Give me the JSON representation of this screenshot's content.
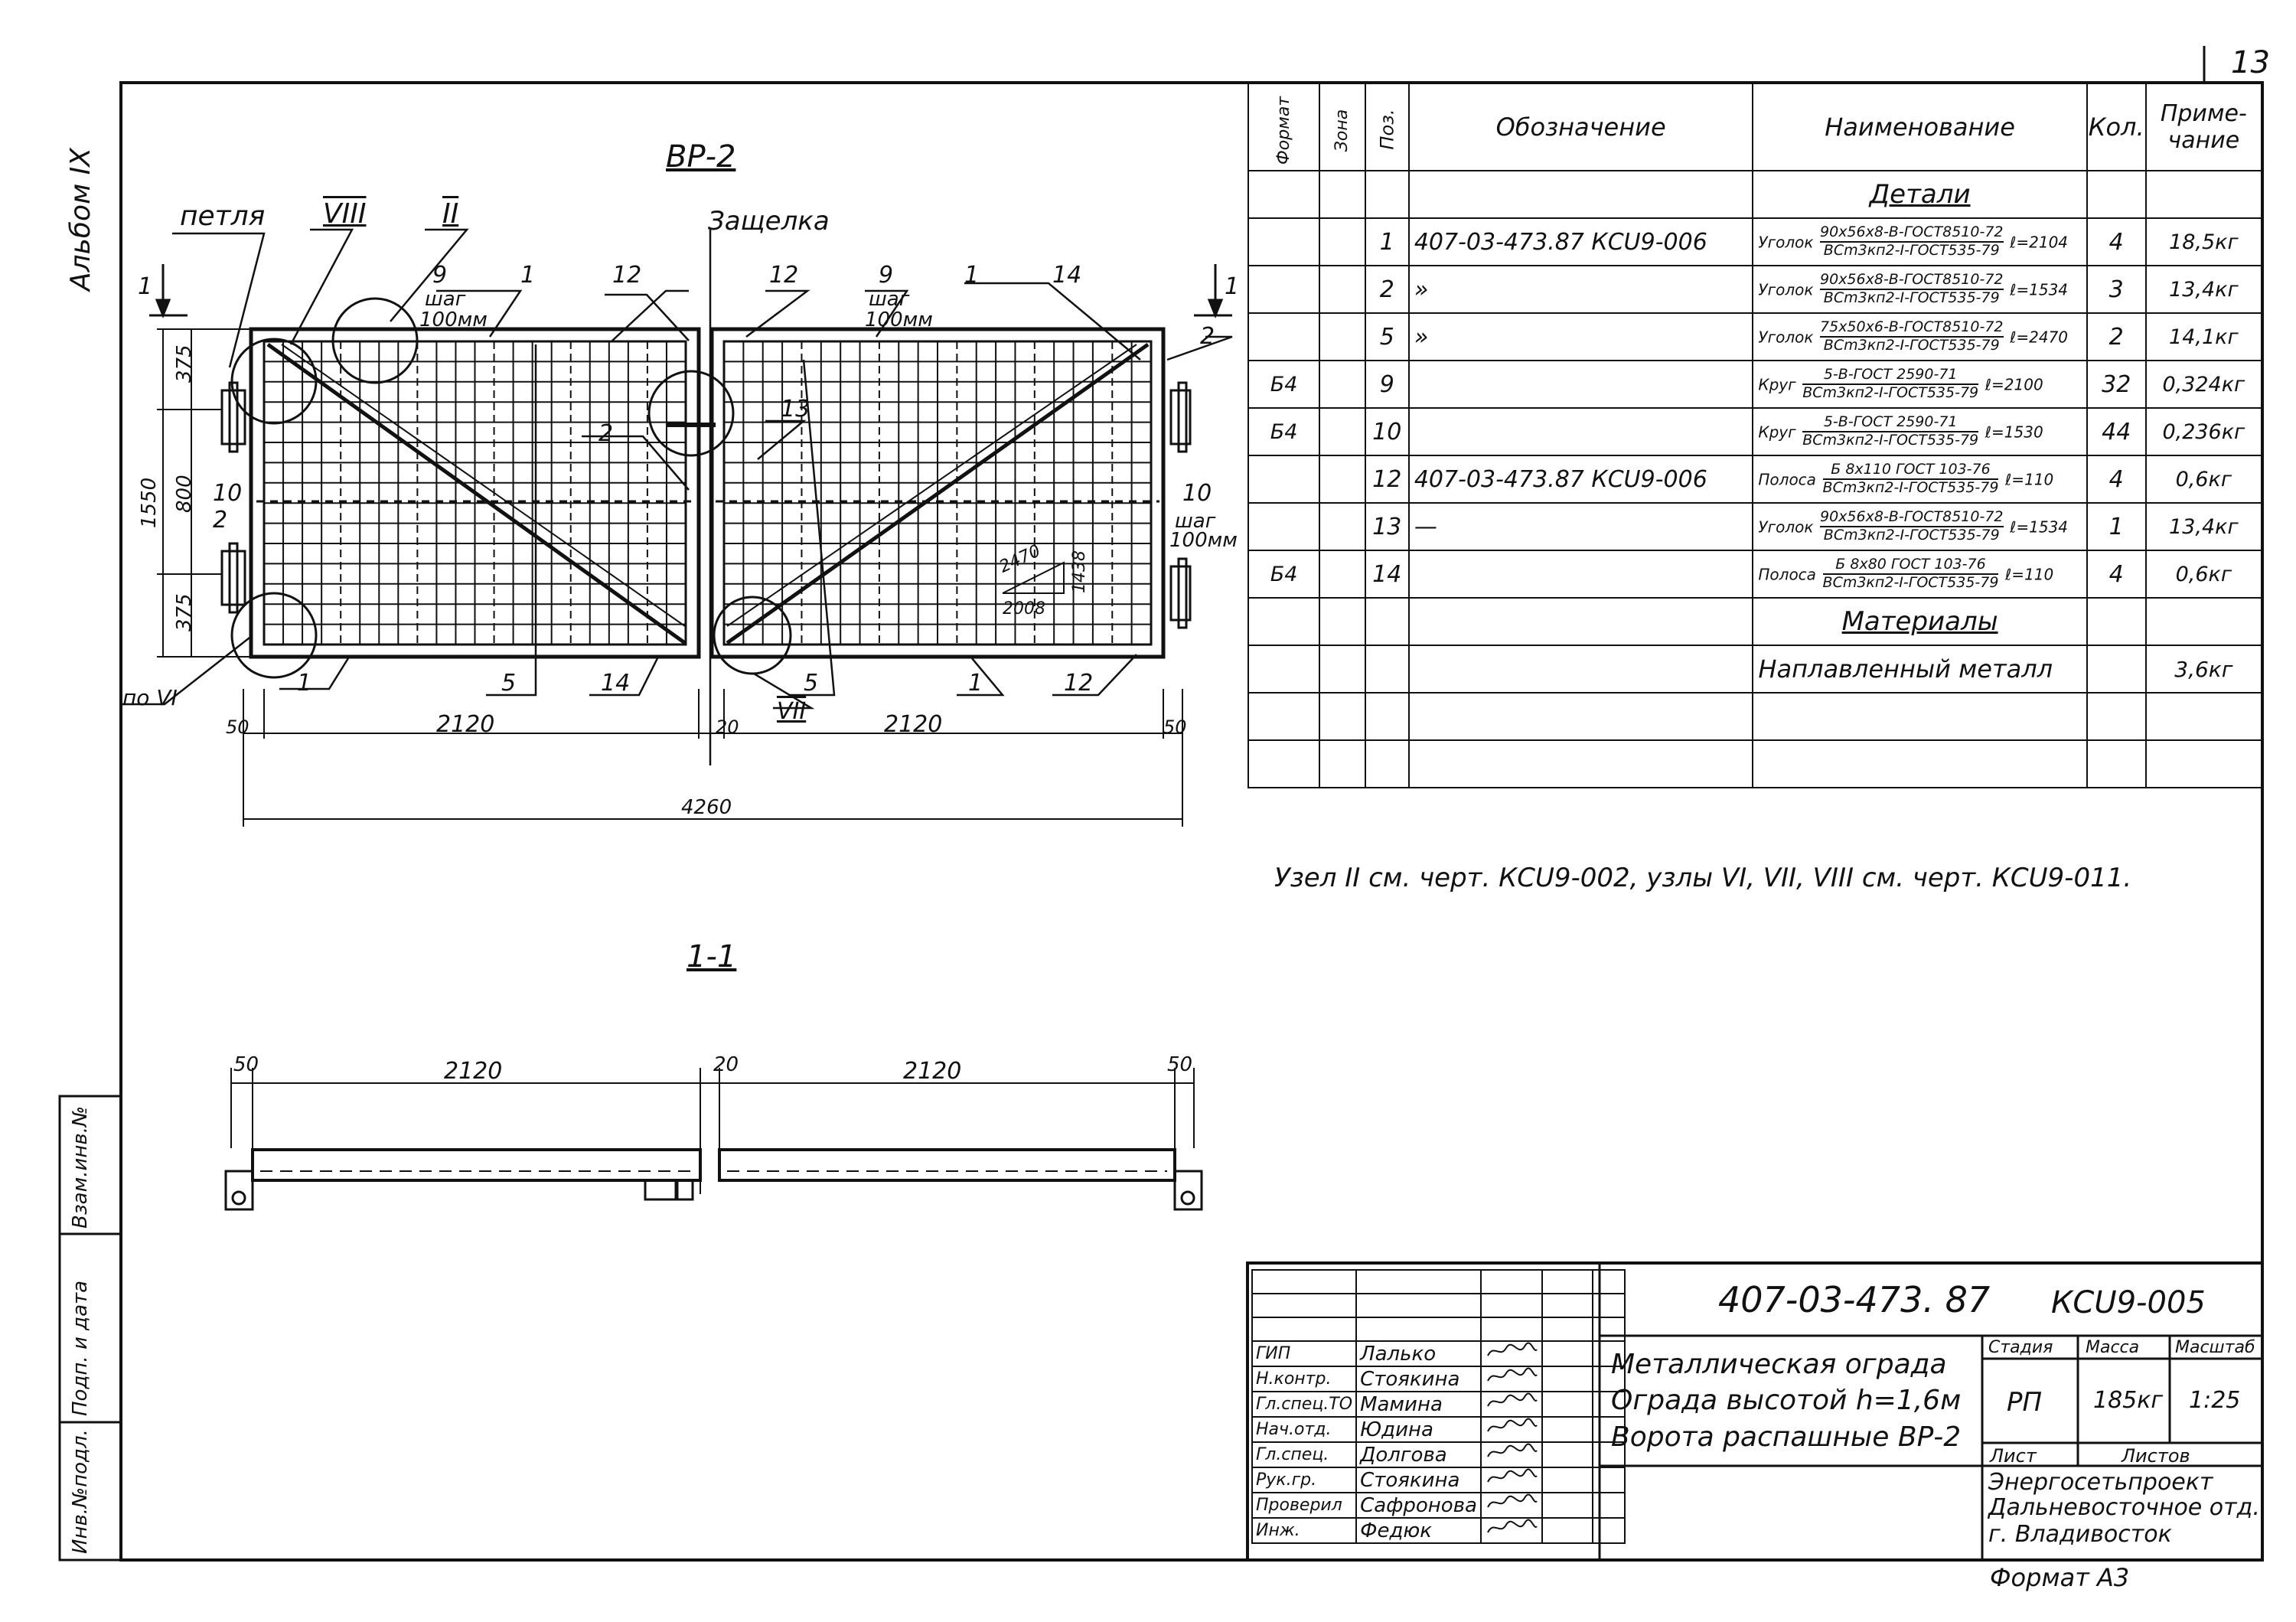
{
  "sheet": {
    "number": "13",
    "album": "Альбом IX",
    "format": "Формат A3"
  },
  "left_strip": [
    "Инв.№подл.",
    "Подп. и дата",
    "Взам.инв.№"
  ],
  "plan": {
    "title": "ВР-2",
    "labels": {
      "loop": "петля",
      "latch": "Защелка",
      "node_viii": "VIII",
      "node_ii": "II",
      "node_vii": "VII",
      "node_vi": "по VI",
      "step": "шаг",
      "step_val": "100мм",
      "section_mark": "1"
    },
    "positions": [
      "1",
      "2",
      "5",
      "9",
      "10",
      "12",
      "13",
      "14"
    ],
    "dims": {
      "left_top": "375",
      "left_mid": "800",
      "left_bot": "375",
      "left_total": "1550",
      "w50": "50",
      "w2120": "2120",
      "w20": "20",
      "total": "4260",
      "diag": "2470",
      "diag_w": "2008",
      "diag_h": "1438"
    }
  },
  "section": {
    "title": "1-1",
    "dims": [
      "50",
      "2120",
      "20",
      "2120",
      "50"
    ]
  },
  "note": "Узел II см. черт. КСU9-002, узлы VI, VII, VIII см. черт. КСU9-011.",
  "spec": {
    "headers": {
      "format": "Формат",
      "zone": "Зона",
      "pos": "Поз.",
      "designation": "Обозначение",
      "name": "Наименование",
      "qty": "Кол.",
      "note": "Приме-чание"
    },
    "section_details": "Детали",
    "section_materials": "Материалы",
    "rows": [
      {
        "format": "",
        "pos": "1",
        "designation": "407-03-473.87 КСU9-006",
        "type": "Уголок",
        "top": "90x56x8-В-ГОСТ8510-72",
        "bot": "ВСm3кп2-I-ГОСТ535-79",
        "len": "ℓ=2104",
        "qty": "4",
        "note": "18,5кг"
      },
      {
        "format": "",
        "pos": "2",
        "designation": "»",
        "type": "Уголок",
        "top": "90x56x8-В-ГОСТ8510-72",
        "bot": "ВСm3кп2-I-ГОСТ535-79",
        "len": "ℓ=1534",
        "qty": "3",
        "note": "13,4кг"
      },
      {
        "format": "",
        "pos": "5",
        "designation": "»",
        "type": "Уголок",
        "top": "75x50x6-В-ГОСТ8510-72",
        "bot": "ВСm3кп2-I-ГОСТ535-79",
        "len": "ℓ=2470",
        "qty": "2",
        "note": "14,1кг"
      },
      {
        "format": "Б4",
        "pos": "9",
        "designation": "",
        "type": "Круг",
        "top": "5-В-ГОСТ 2590-71",
        "bot": "ВСm3кп2-I-ГОСТ535-79",
        "len": "ℓ=2100",
        "qty": "32",
        "note": "0,324кг"
      },
      {
        "format": "Б4",
        "pos": "10",
        "designation": "",
        "type": "Круг",
        "top": "5-В-ГОСТ 2590-71",
        "bot": "ВСm3кп2-I-ГОСТ535-79",
        "len": "ℓ=1530",
        "qty": "44",
        "note": "0,236кг"
      },
      {
        "format": "",
        "pos": "12",
        "designation": "407-03-473.87 КСU9-006",
        "type": "Полоса",
        "top": "Б 8x110 ГОСТ 103-76",
        "bot": "ВСm3кп2-I-ГОСТ535-79",
        "len": "ℓ=110",
        "qty": "4",
        "note": "0,6кг"
      },
      {
        "format": "",
        "pos": "13",
        "designation": "—",
        "type": "Уголок",
        "top": "90x56x8-В-ГОСТ8510-72",
        "bot": "ВСm3кп2-I-ГОСТ535-79",
        "len": "ℓ=1534",
        "qty": "1",
        "note": "13,4кг"
      },
      {
        "format": "Б4",
        "pos": "14",
        "designation": "",
        "type": "Полоса",
        "top": "Б 8x80 ГОСТ 103-76",
        "bot": "ВСm3кп2-I-ГОСТ535-79",
        "len": "ℓ=110",
        "qty": "4",
        "note": "0,6кг"
      }
    ],
    "material": {
      "name": "Наплавленный металл",
      "note": "3,6кг"
    }
  },
  "titleblock": {
    "code": "407-03-473. 87",
    "sheet_code": "КСU9-005",
    "name_lines": [
      "Металлическая ограда",
      "Ограда высотой h=1,6м",
      "Ворота распашные ВР-2"
    ],
    "stage_h": "Стадия",
    "mass_h": "Масса",
    "scale_h": "Масштаб",
    "stage": "РП",
    "mass": "185кг",
    "scale": "1:25",
    "list_h": "Лист",
    "lists_h": "Листов",
    "org_lines": [
      "Энергосетьпроект",
      "Дальневосточное отд.",
      "г. Владивосток"
    ],
    "people": [
      {
        "role": "ГИП",
        "name": "Лалько"
      },
      {
        "role": "Н.контр.",
        "name": "Стоякина"
      },
      {
        "role": "Гл.спец.ТО",
        "name": "Мамина"
      },
      {
        "role": "Нач.отд.",
        "name": "Юдина"
      },
      {
        "role": "Гл.спец.",
        "name": "Долгова"
      },
      {
        "role": "Рук.гр.",
        "name": "Стоякина"
      },
      {
        "role": "Проверил",
        "name": "Сафронова"
      },
      {
        "role": "Инж.",
        "name": "Федюк"
      }
    ]
  }
}
